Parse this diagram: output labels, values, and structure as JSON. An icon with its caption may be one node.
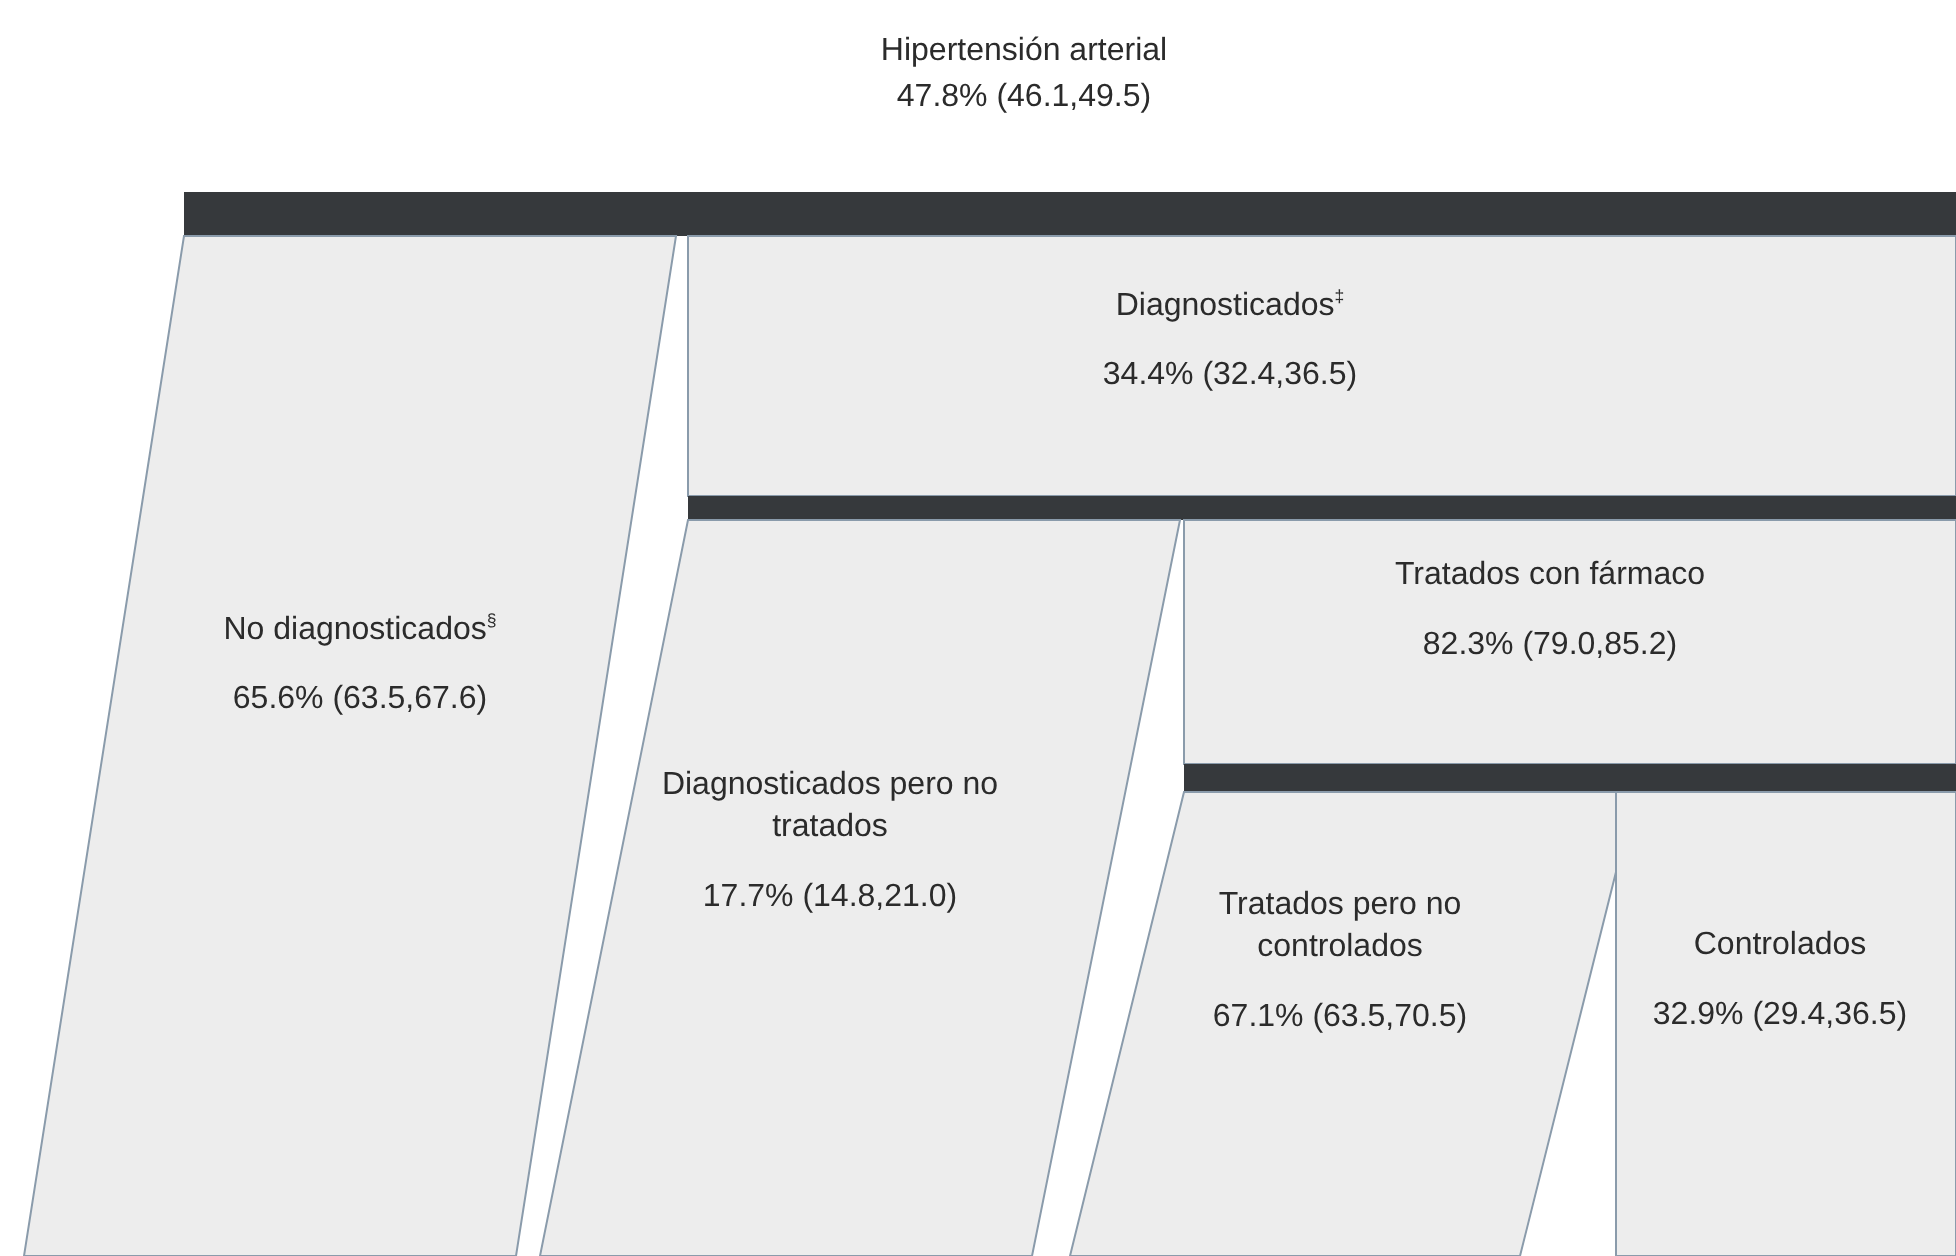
{
  "diagram": {
    "nodes": [
      {
        "text": [
          "Hipertensión arterial",
          "47.8% (46.1,49.5)"
        ]
      },
      {
        "text": [
          "No diagnosticados$^{§}$",
          "65.6% (63.5,67.6)"
        ]
      },
      {
        "text": [
          "Diagnosticados$^{‡}$",
          "34.4% (32.4,36.5)"
        ]
      },
      {
        "text": [
          "Diagnosticados pero no tratados",
          "17.7% (14.8,21.0)"
        ]
      },
      {
        "text": [
          "Tratados con fármaco",
          "82.3% (79.0,85.2)"
        ]
      },
      {
        "text": [
          "Tratados pero no controlados",
          "67.1% (63.5,70.5)"
        ]
      },
      {
        "text": [
          "Controlados",
          "32.9% (29.4,36.5)"
        ]
      }
    ]
  }
}
